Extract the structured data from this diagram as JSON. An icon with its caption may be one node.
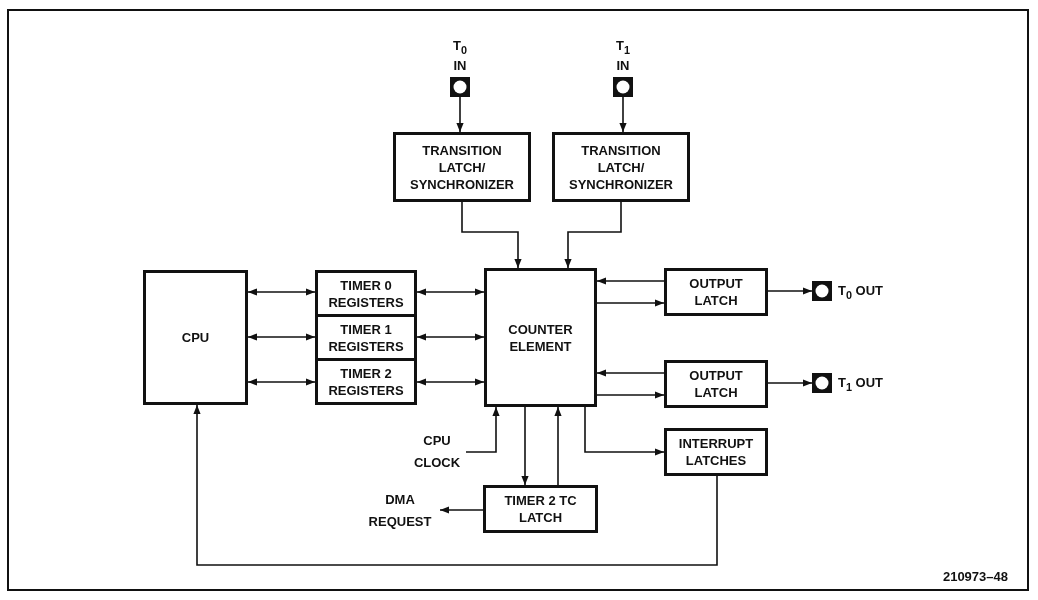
{
  "diagram": {
    "nodes": [
      {
        "text": [
          "T$_{0}$ IN"
        ]
      },
      {
        "text": [
          "T$_{1}$ IN"
        ]
      },
      {
        "text": [
          "TRANSITION LATCH/ SYNCHRONIZER"
        ]
      },
      {
        "text": [
          "TRANSITION LATCH/ SYNCHRONIZER"
        ]
      },
      {
        "text": [
          "CPU"
        ]
      },
      {
        "text": [
          "TIMER 0 REGISTERS"
        ]
      },
      {
        "text": [
          "TIMER 1 REGISTERS"
        ]
      },
      {
        "text": [
          "TIMER 2 REGISTERS"
        ]
      },
      {
        "text": [
          "COUNTER ELEMENT"
        ]
      },
      {
        "text": [
          "OUTPUT LATCH"
        ]
      },
      {
        "text": [
          "T$_{0}$ OUT"
        ]
      },
      {
        "text": [
          "OUTPUT LATCH"
        ]
      },
      {
        "text": [
          "T$_{1}$ OUT"
        ]
      },
      {
        "text": [
          "INTERRUPT LATCHES"
        ]
      },
      {
        "text": [
          "CPU CLOCK"
        ]
      },
      {
        "text": [
          "TIMER 2 TC LATCH"
        ]
      },
      {
        "text": [
          "DMA REQUEST"
        ]
      }
    ],
    "edges": [
      {
        "from": 0,
        "to": 2,
        "arrow": "to"
      },
      {
        "from": 1,
        "to": 3,
        "arrow": "to"
      },
      {
        "from": 2,
        "to": 8,
        "arrow": "to"
      },
      {
        "from": 3,
        "to": 8,
        "arrow": "to"
      },
      {
        "from": 4,
        "to": 5,
        "arrow": "both"
      },
      {
        "from": 4,
        "to": 6,
        "arrow": "both"
      },
      {
        "from": 4,
        "to": 7,
        "arrow": "both"
      },
      {
        "from": 5,
        "to": 8,
        "arrow": "both"
      },
      {
        "from": 6,
        "to": 8,
        "arrow": "both"
      },
      {
        "from": 7,
        "to": 8,
        "arrow": "both"
      },
      {
        "from": 9,
        "to": 8,
        "arrow": "to"
      },
      {
        "from": 8,
        "to": 9,
        "arrow": "to"
      },
      {
        "from": 9,
        "to": 10,
        "arrow": "to"
      },
      {
        "from": 11,
        "to": 8,
        "arrow": "to"
      },
      {
        "from": 8,
        "to": 11,
        "arrow": "to"
      },
      {
        "from": 11,
        "to": 12,
        "arrow": "to"
      },
      {
        "from": 8,
        "to": 13,
        "arrow": "to"
      },
      {
        "from": 14,
        "to": 8,
        "arrow": "to"
      },
      {
        "from": 8,
        "to": 15,
        "arrow": "to"
      },
      {
        "from": 15,
        "to": 8,
        "arrow": "to"
      },
      {
        "from": 15,
        "to": 16,
        "arrow": "to"
      },
      {
        "from": 13,
        "to": 4,
        "arrow": "to"
      }
    ],
    "labels": [
      "210973–48"
    ]
  }
}
